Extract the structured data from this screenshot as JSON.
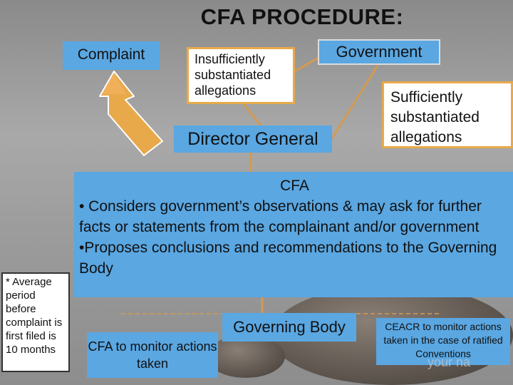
{
  "title": "CFA PROCEDURE:",
  "nodes": {
    "complaint": "Complaint",
    "insufficient": "Insufficiently substantiated allegations",
    "government": "Government",
    "sufficient": "Sufficiently substantiated allegations",
    "director_general": "Director General",
    "governing_body": "Governing Body",
    "cfa_monitor": "CFA to monitor actions taken",
    "ceacr": "CEACR to monitor actions taken in the case of ratified Conventions"
  },
  "cfa_box": {
    "heading": "CFA",
    "line1": "• Considers government’s observations & may ask for further facts or statements from the complainant and/or government",
    "line2": "•Proposes conclusions and recommendations to the Governing Body"
  },
  "note": "* Average period before complaint is first filed is 10 months",
  "background_fragment": "your na",
  "colors": {
    "box_blue": "#5aa7e2",
    "arrow_orange": "#e8a94a",
    "line_tan": "#d39a52"
  }
}
